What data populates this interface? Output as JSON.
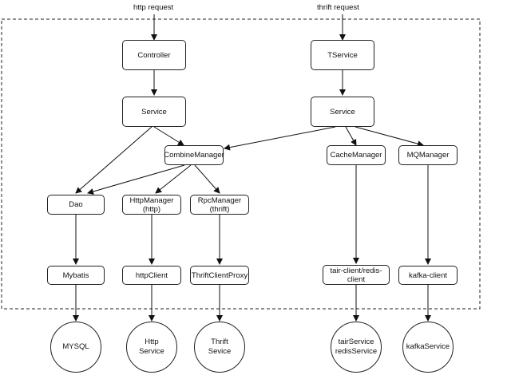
{
  "inputs": {
    "http": "http request",
    "thrift": "thrift request"
  },
  "nodes": {
    "controller": "Controller",
    "service_left": "Service",
    "tservice": "TService",
    "service_right": "Service",
    "combine_manager": "CombineManager",
    "cache_manager": "CacheManager",
    "mq_manager": "MQManager",
    "dao": "Dao",
    "http_manager": "HttpManager\n(http)",
    "rpc_manager": "RpcManager\n(thrift)",
    "mybatis": "Mybatis",
    "http_client": "httpClient",
    "thrift_client_proxy": "ThriftClientProxy",
    "tair_client": "tair-client/redis-\nclient",
    "kafka_client": "kafka-client"
  },
  "services": {
    "mysql": "MYSQL",
    "http_service": "Http\nService",
    "thrift_service": "Thrift\nSevice",
    "tair_redis_service": "tairService\nredisService",
    "kafka_service": "kafkaService"
  }
}
